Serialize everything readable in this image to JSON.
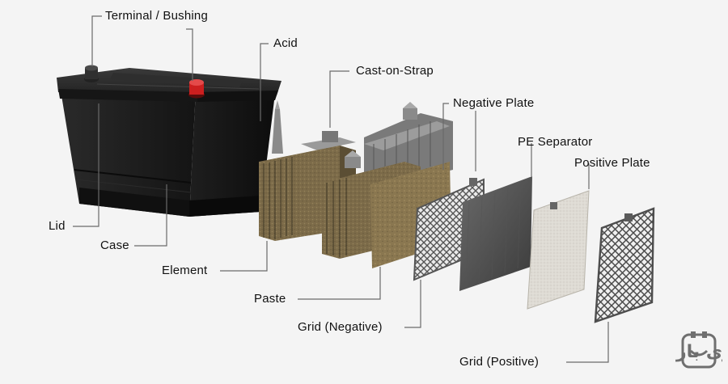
{
  "labels": {
    "terminal_bushing": "Terminal / Bushing",
    "acid": "Acid",
    "cast_on_strap": "Cast-on-Strap",
    "negative_plate": "Negative Plate",
    "pe_separator": "PE Separator",
    "positive_plate": "Positive Plate",
    "lid": "Lid",
    "case": "Case",
    "element": "Element",
    "paste": "Paste",
    "grid_negative": "Grid (Negative)",
    "grid_positive": "Grid (Positive)"
  },
  "watermark": {
    "text": "باتری باز"
  },
  "colors": {
    "background": "#f4f4f4",
    "battery_body": "#1a1a1a",
    "terminal_positive": "#cc1f1f",
    "paste": "#8a7750",
    "leader_line": "#6a6a6a"
  }
}
